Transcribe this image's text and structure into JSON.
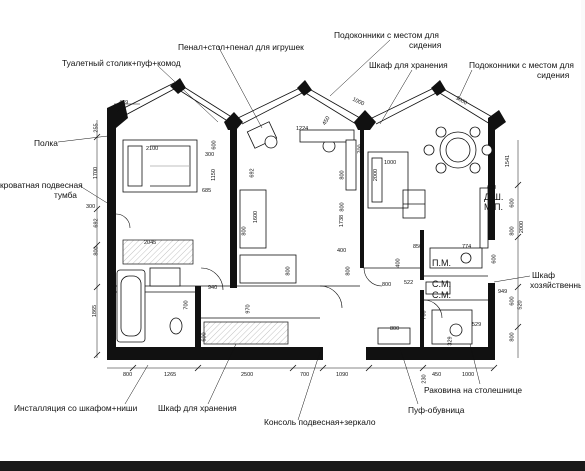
{
  "labels": {
    "top_center": "Пенал+стол+пенал для игрушек",
    "top_sill_1_l1": "Подоконники с местом для",
    "top_sill_1_l2": "сидения",
    "top_sill_2_l1": "Подоконники с местом для",
    "top_sill_2_l2": "сидения",
    "storage_top": "Шкаф для хранения",
    "toilet_table": "Туалетный столик+пуф+комод",
    "shelf": "Полка",
    "bedside_l1": "кроватная подвесная",
    "bedside_l2": "тумба",
    "install": "Инсталляция со шкафом+ниши",
    "storage_bottom": "Шкаф для хранения",
    "console": "Консоль подвесная+зеркало",
    "pouf": "Пуф-обувница",
    "sink": "Раковина на столешнице",
    "household_l1": "Шкаф",
    "household_l2": "хозяйственный"
  },
  "room_marks": {
    "dw": "Д.Ш.",
    "mp": "М.П.",
    "pm": "П.М.",
    "sm1": "С.М.",
    "sm2": "С.М."
  },
  "dimensions": {
    "d439": "439",
    "d255": "255",
    "d2100": "2100",
    "d1700": "1700",
    "d300a": "300",
    "d692": "692",
    "d800a": "800",
    "d1865": "1865",
    "d2045": "2045",
    "d600a": "600",
    "d1150": "1150",
    "d685": "685",
    "d300b": "300",
    "d800b": "800",
    "d1600": "1600",
    "d800c": "800",
    "d1224": "1224",
    "d450": "450",
    "d1000a": "1000",
    "d700a": "700",
    "d800d": "800",
    "d2000": "2000",
    "d1000b": "1000",
    "d1738": "1738",
    "d400a": "400",
    "d400b": "400",
    "d800e": "800",
    "d1541": "1541",
    "d600b": "600",
    "d600c": "600",
    "d800f": "800",
    "d600d": "600",
    "d850": "850",
    "d774": "774",
    "d800g": "800",
    "d2000b": "2000",
    "d940": "940",
    "d700b": "700",
    "d970": "970",
    "d600e": "600",
    "d522": "522",
    "d949": "949",
    "d800h": "800",
    "d600f": "600",
    "d520": "520",
    "d529": "529",
    "d700c": "700",
    "d1000c": "1000",
    "d329": "329",
    "d800i": "800",
    "d1265": "1265",
    "d2500": "2500",
    "d700d": "700",
    "d1090": "1090",
    "d450b": "450",
    "d1000d": "1000",
    "d230": "230",
    "d800j": "800",
    "d800k": "800"
  }
}
